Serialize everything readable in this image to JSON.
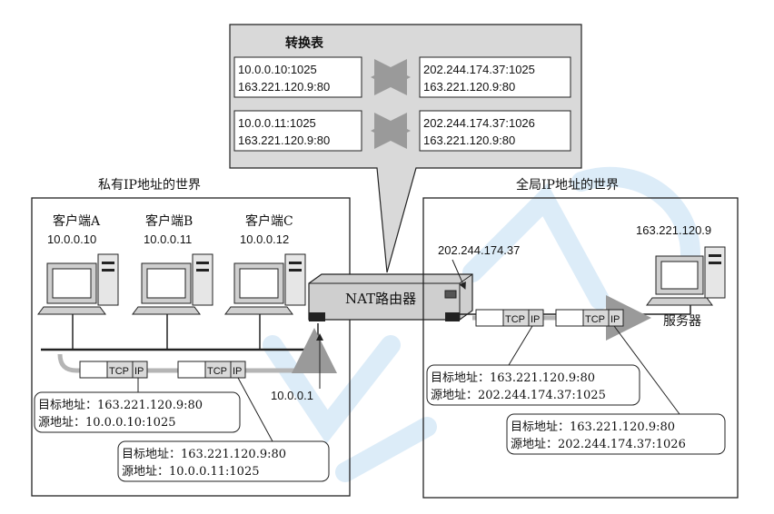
{
  "nat_table": {
    "title": "转换表",
    "rows": [
      {
        "private_lines": [
          "10.0.0.10:1025",
          "163.221.120.9:80"
        ],
        "global_lines": [
          "202.244.174.37:1025",
          "163.221.120.9:80"
        ]
      },
      {
        "private_lines": [
          "10.0.0.11:1025",
          "163.221.120.9:80"
        ],
        "global_lines": [
          "202.244.174.37:1026",
          "163.221.120.9:80"
        ]
      }
    ]
  },
  "private_world": {
    "label": "私有IP地址的世界",
    "clients": [
      {
        "name": "客户端A",
        "ip": "10.0.0.10"
      },
      {
        "name": "客户端B",
        "ip": "10.0.0.11"
      },
      {
        "name": "客户端C",
        "ip": "10.0.0.12"
      }
    ],
    "router_lan_ip": "10.0.0.1",
    "packet_a": {
      "tcp": "TCP",
      "ip": "IP",
      "dst": "目标地址：163.221.120.9:80",
      "src": "源地址：10.0.0.10:1025"
    },
    "packet_b": {
      "tcp": "TCP",
      "ip": "IP",
      "dst": "目标地址：163.221.120.9:80",
      "src": "源地址：10.0.0.11:1025"
    }
  },
  "router": {
    "label": "NAT路由器",
    "wan_ip": "202.244.174.37"
  },
  "global_world": {
    "label": "全局IP地址的世界",
    "server_ip": "163.221.120.9",
    "server_name": "服务器",
    "packet_1": {
      "tcp": "TCP",
      "ip": "IP",
      "dst": "目标地址：163.221.120.9:80",
      "src": "源地址：202.244.174.37:1025"
    },
    "packet_2": {
      "tcp": "TCP",
      "ip": "IP",
      "dst": "目标地址：163.221.120.9:80",
      "src": "源地址：202.244.174.37:1026"
    }
  },
  "colors": {
    "background": "#ffffff",
    "panel": "#d9d9d9",
    "line": "#222222",
    "arrow": "#9a9a9a",
    "pipe": "#b5b5b5",
    "watermark": "#9ec9ec"
  }
}
